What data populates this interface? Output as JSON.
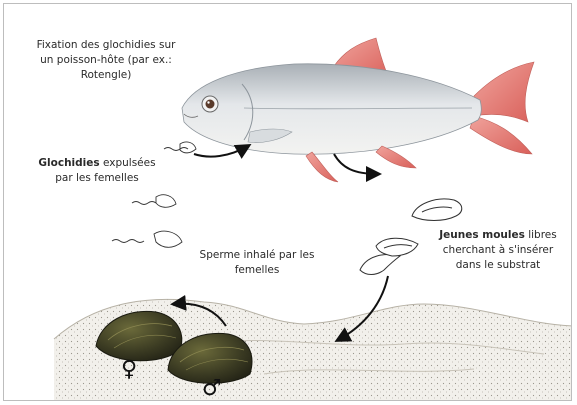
{
  "labels": {
    "fixation": "Fixation des glochidies sur un poisson-hôte (par ex.: Rotengle)",
    "glochidies_bold": "Glochidies",
    "glochidies_rest": " expulsées par les femelles",
    "sperme": "Sperme inhalé par les femelles",
    "jeunes_bold": "Jeunes moules",
    "jeunes_rest": " libres cherchant à s'insérer dans le substrat"
  },
  "symbols": {
    "female": "♀",
    "male": "♂"
  },
  "colors": {
    "fish_body": "#c9ced3",
    "fin": "#e07a73",
    "mussel": "#3b3a22",
    "sand": "#e6e3dc",
    "arrow": "#111111"
  }
}
